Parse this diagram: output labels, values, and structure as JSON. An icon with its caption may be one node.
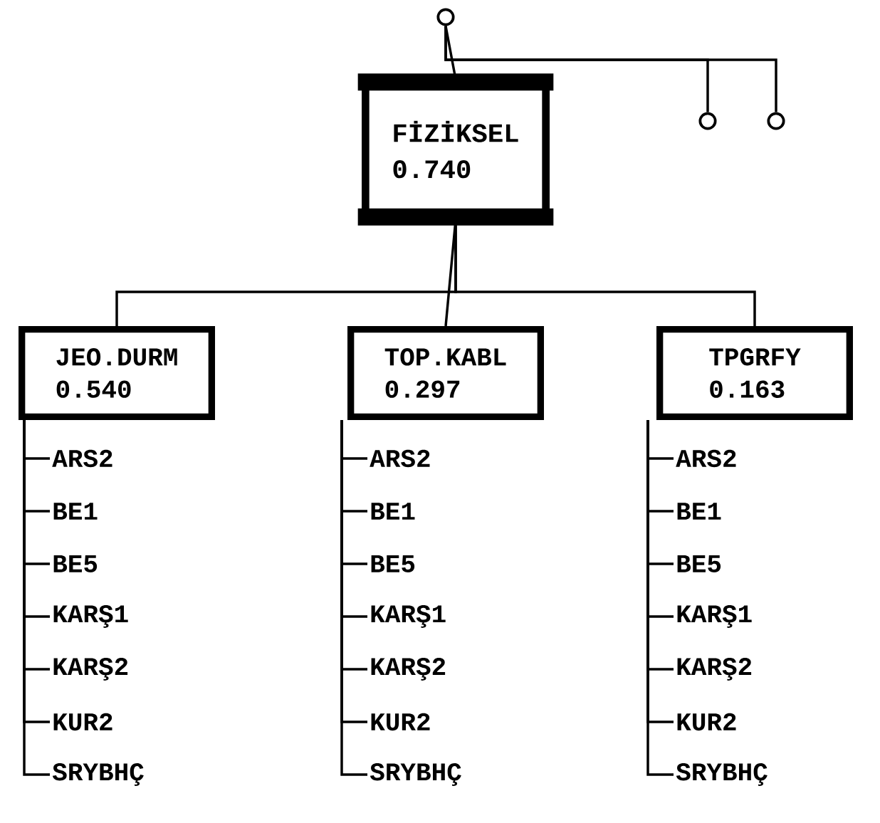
{
  "diagram": {
    "nodes": [
      {
        "text": [],
        "shape": "circle"
      },
      {
        "text": [],
        "shape": "circle"
      },
      {
        "text": [],
        "shape": "circle"
      },
      {
        "text": [
          "FİZİKSEL",
          "0.740"
        ]
      },
      {
        "text": [
          "JEO.DURM",
          "0.540"
        ]
      },
      {
        "text": [
          "TOP.KABL",
          "0.297"
        ]
      },
      {
        "text": [
          "TPGRFY",
          "0.163"
        ]
      },
      {
        "text": [
          "ARS2"
        ]
      },
      {
        "text": [
          "BE1"
        ]
      },
      {
        "text": [
          "BE5"
        ]
      },
      {
        "text": [
          "KARŞ1"
        ]
      },
      {
        "text": [
          "KARŞ2"
        ]
      },
      {
        "text": [
          "KUR2"
        ]
      },
      {
        "text": [
          "SRYBHÇ"
        ]
      },
      {
        "text": [
          "ARS2"
        ]
      },
      {
        "text": [
          "BE1"
        ]
      },
      {
        "text": [
          "BE5"
        ]
      },
      {
        "text": [
          "KARŞ1"
        ]
      },
      {
        "text": [
          "KARŞ2"
        ]
      },
      {
        "text": [
          "KUR2"
        ]
      },
      {
        "text": [
          "SRYBHÇ"
        ]
      },
      {
        "text": [
          "ARS2"
        ]
      },
      {
        "text": [
          "BE1"
        ]
      },
      {
        "text": [
          "BE5"
        ]
      },
      {
        "text": [
          "KARŞ1"
        ]
      },
      {
        "text": [
          "KARŞ2"
        ]
      },
      {
        "text": [
          "KUR2"
        ]
      },
      {
        "text": [
          "SRYBHÇ"
        ]
      }
    ],
    "edges": [
      {
        "from": 0,
        "to": 3,
        "arrow": "none"
      },
      {
        "from": 0,
        "to": 1,
        "arrow": "none"
      },
      {
        "from": 0,
        "to": 2,
        "arrow": "none"
      },
      {
        "from": 3,
        "to": 4,
        "arrow": "none"
      },
      {
        "from": 3,
        "to": 5,
        "arrow": "none"
      },
      {
        "from": 3,
        "to": 6,
        "arrow": "none"
      },
      {
        "from": 4,
        "to": 7,
        "arrow": "none"
      },
      {
        "from": 4,
        "to": 8,
        "arrow": "none"
      },
      {
        "from": 4,
        "to": 9,
        "arrow": "none"
      },
      {
        "from": 4,
        "to": 10,
        "arrow": "none"
      },
      {
        "from": 4,
        "to": 11,
        "arrow": "none"
      },
      {
        "from": 4,
        "to": 12,
        "arrow": "none"
      },
      {
        "from": 4,
        "to": 13,
        "arrow": "none"
      },
      {
        "from": 5,
        "to": 14,
        "arrow": "none"
      },
      {
        "from": 5,
        "to": 15,
        "arrow": "none"
      },
      {
        "from": 5,
        "to": 16,
        "arrow": "none"
      },
      {
        "from": 5,
        "to": 17,
        "arrow": "none"
      },
      {
        "from": 5,
        "to": 18,
        "arrow": "none"
      },
      {
        "from": 5,
        "to": 19,
        "arrow": "none"
      },
      {
        "from": 5,
        "to": 20,
        "arrow": "none"
      },
      {
        "from": 6,
        "to": 21,
        "arrow": "none"
      },
      {
        "from": 6,
        "to": 22,
        "arrow": "none"
      },
      {
        "from": 6,
        "to": 23,
        "arrow": "none"
      },
      {
        "from": 6,
        "to": 24,
        "arrow": "none"
      },
      {
        "from": 6,
        "to": 25,
        "arrow": "none"
      },
      {
        "from": 6,
        "to": 26,
        "arrow": "none"
      },
      {
        "from": 6,
        "to": 27,
        "arrow": "none"
      }
    ]
  }
}
